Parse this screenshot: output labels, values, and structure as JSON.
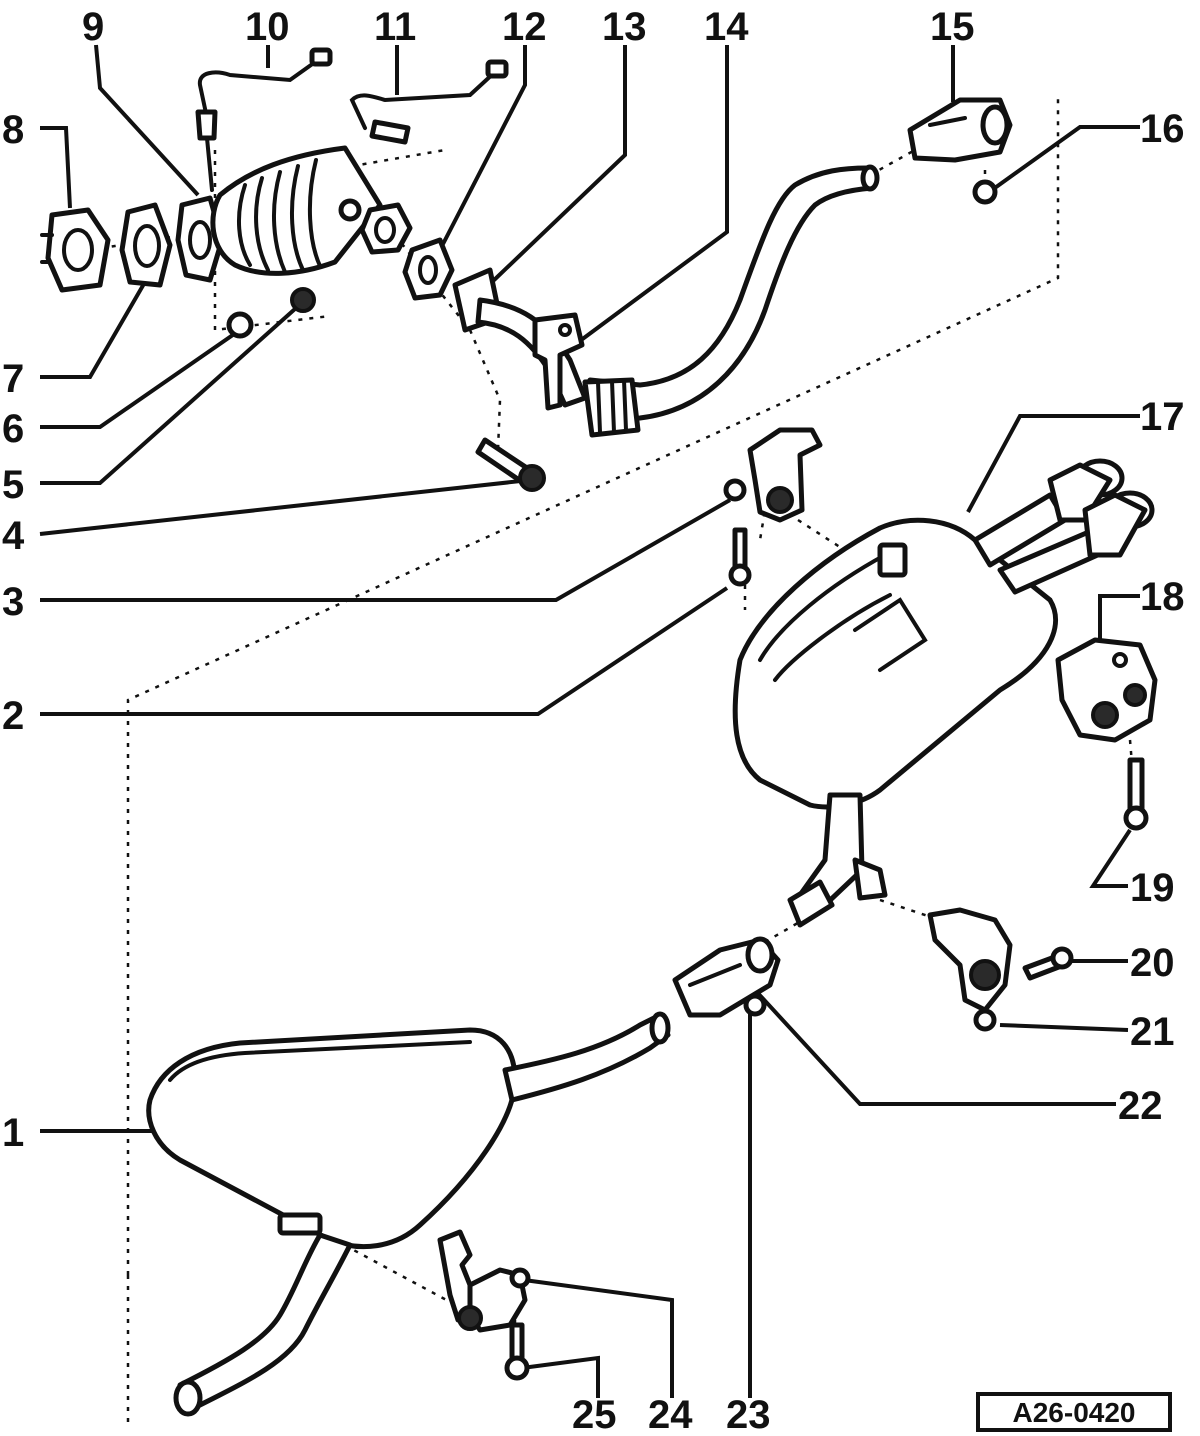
{
  "callouts": [
    {
      "id": 1,
      "label": "1"
    },
    {
      "id": 2,
      "label": "2"
    },
    {
      "id": 3,
      "label": "3"
    },
    {
      "id": 4,
      "label": "4"
    },
    {
      "id": 5,
      "label": "5"
    },
    {
      "id": 6,
      "label": "6"
    },
    {
      "id": 7,
      "label": "7"
    },
    {
      "id": 8,
      "label": "8"
    },
    {
      "id": 9,
      "label": "9"
    },
    {
      "id": 10,
      "label": "10"
    },
    {
      "id": 11,
      "label": "11"
    },
    {
      "id": 12,
      "label": "12"
    },
    {
      "id": 13,
      "label": "13"
    },
    {
      "id": 14,
      "label": "14"
    },
    {
      "id": 15,
      "label": "15"
    },
    {
      "id": 16,
      "label": "16"
    },
    {
      "id": 17,
      "label": "17"
    },
    {
      "id": 18,
      "label": "18"
    },
    {
      "id": 19,
      "label": "19"
    },
    {
      "id": 20,
      "label": "20"
    },
    {
      "id": 21,
      "label": "21"
    },
    {
      "id": 22,
      "label": "22"
    },
    {
      "id": 23,
      "label": "23"
    },
    {
      "id": 24,
      "label": "24"
    },
    {
      "id": 25,
      "label": "25"
    }
  ],
  "reference_code": "A26-0420",
  "colors": {
    "ink": "#111111",
    "paper": "#ffffff"
  }
}
